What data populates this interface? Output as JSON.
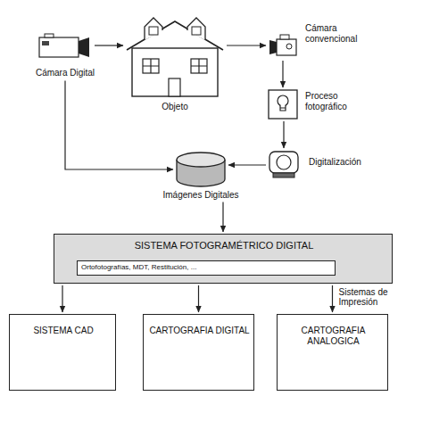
{
  "diagram": {
    "nodes": [
      {
        "text": [
          "Cámara Digital"
        ]
      },
      {
        "text": [
          "Objeto"
        ]
      },
      {
        "text": [
          "Cámara convencional"
        ]
      },
      {
        "text": [
          "Proceso fotográfico"
        ]
      },
      {
        "text": [
          "Digitalización"
        ]
      },
      {
        "text": [
          "Imágenes Digitales"
        ]
      },
      {
        "text": [
          "SISTEMA FOTOGRAMÉTRICO DIGITAL"
        ]
      },
      {
        "text": [
          "Ortofotografías, MDT, Restitución, ..."
        ],
        "in": 6
      },
      {
        "text": [
          "SISTEMA CAD"
        ]
      },
      {
        "text": [
          "CARTOGRAFIA DIGITAL"
        ]
      },
      {
        "text": [
          "CARTOGRAFIA ANALOGICA"
        ]
      }
    ],
    "edges": [
      {
        "from": 0,
        "to": 1,
        "arrow": "to"
      },
      {
        "from": 1,
        "to": 2,
        "arrow": "to"
      },
      {
        "from": 2,
        "to": 3,
        "arrow": "to"
      },
      {
        "from": 3,
        "to": 4,
        "arrow": "to"
      },
      {
        "from": 4,
        "to": 5,
        "arrow": "to"
      },
      {
        "from": 0,
        "to": 5,
        "arrow": "to"
      },
      {
        "from": 5,
        "to": 6,
        "arrow": "to"
      },
      {
        "from": 6,
        "to": 8,
        "arrow": "to"
      },
      {
        "from": 6,
        "to": 9,
        "arrow": "to"
      },
      {
        "from": 6,
        "to": 10,
        "label": "Sistemas de Impresión",
        "arrow": "to"
      }
    ]
  }
}
